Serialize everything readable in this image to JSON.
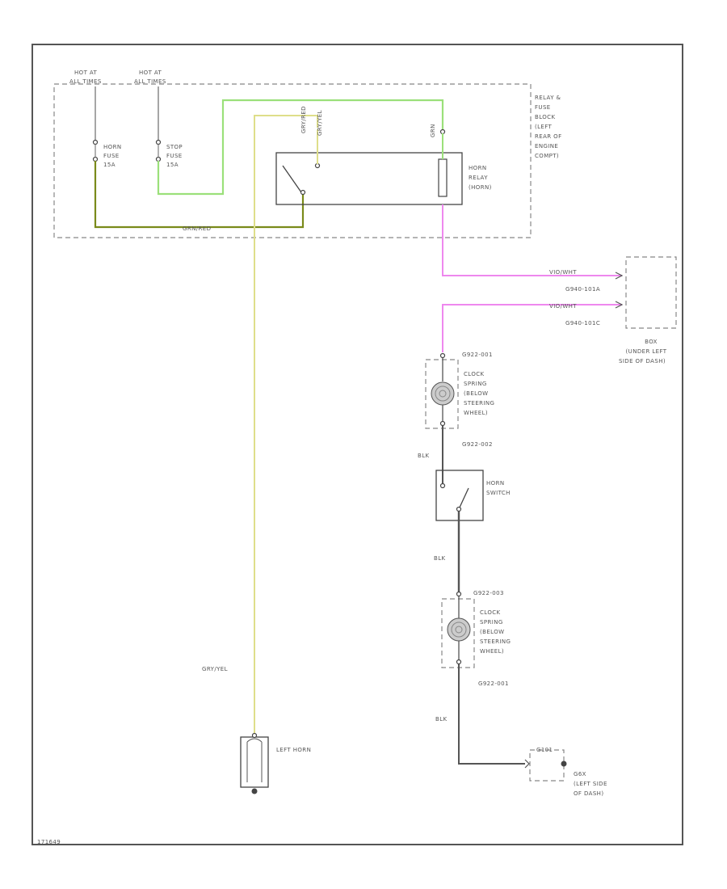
{
  "labels": {
    "hot_at_1_line1": "HOT AT",
    "hot_at_1_line2": "ALL TIMES",
    "hot_at_2_line1": "HOT AT",
    "hot_at_2_line2": "ALL TIMES",
    "horn_fuse": [
      "HORN",
      "FUSE",
      "15A"
    ],
    "stop_fuse": [
      "STOP",
      "FUSE",
      "15A"
    ],
    "relay_block": [
      "RELAY &",
      "FUSE",
      "BLOCK",
      "(LEFT",
      "REAR OF",
      "ENGINE",
      "COMPT)"
    ],
    "horn_relay": [
      "HORN",
      "RELAY",
      "(HORN)"
    ],
    "wire_gry_yel_vert": "GRY/YEL",
    "wire_grn_vert": "GRN",
    "wire_grn_red_vert": "GRY/RED",
    "wire_grn_red_bottom": "GRN/RED",
    "wire_vio_top": "VIO/WHT",
    "conn_top": "G940-101A",
    "wire_vio_bottom": "VIO/WHT",
    "conn_bottom": "G940-101C",
    "box_label": [
      "BOX",
      "(UNDER LEFT",
      "SIDE OF DASH)"
    ],
    "conn_g922_001": "G922-001",
    "clock_spring_1": [
      "CLOCK",
      "SPRING",
      "(BELOW",
      "STEERING",
      "WHEEL)"
    ],
    "conn_g922_002": "G922-002",
    "wire_blk_1": "BLK",
    "horn_switch": [
      "HORN",
      "SWITCH"
    ],
    "wire_blk_2": "BLK",
    "conn_g922_003": "G922-003",
    "clock_spring_2": [
      "CLOCK",
      "SPRING",
      "(BELOW",
      "STEERING",
      "WHEEL)"
    ],
    "conn_g922_001b": "G922-001",
    "wire_blk_3": "BLK",
    "ground_conn": "G101",
    "ground_label": [
      "G6X",
      "(LEFT SIDE",
      "OF DASH)"
    ],
    "wire_gry_yel": "GRY/YEL",
    "left_horn": "LEFT HORN",
    "footer_code": "171649"
  },
  "colors": {
    "green_wire": "#9be07a",
    "olive_wire": "#7a8a1a",
    "yellow_wire": "#dede8a",
    "violet_wire": "#ee88ee",
    "black_wire": "#555555"
  }
}
